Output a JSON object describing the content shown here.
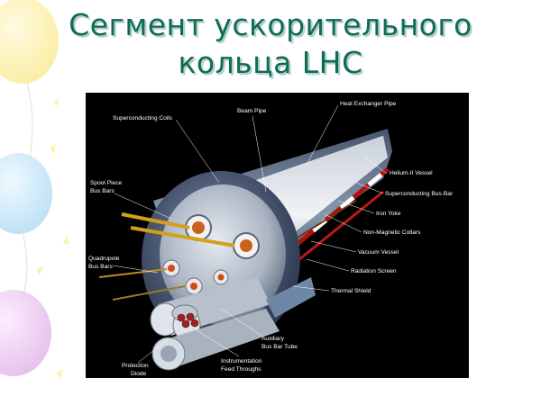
{
  "slide": {
    "title_line1": "Сегмент ускорительного",
    "title_line2": "кольца LHC"
  },
  "diagram": {
    "labels": {
      "superconducting_coils": "Superconducting Coils",
      "beam_pipe": "Beam Pipe",
      "heat_exchanger_pipe": "Heat Exchanger Pipe",
      "helium_vessel": "Helium-II Vessel",
      "sc_bus_bar": "Superconducting Bus-Bar",
      "iron_yoke": "Iron Yoke",
      "non_magnetic_collars": "Non-Magnetic Collars",
      "vacuum_vessel": "Vacuum Vessel",
      "radiation_screen": "Radiation Screen",
      "thermal_shield": "Thermal Shield",
      "spool_piece_1": "Spool Piece",
      "spool_piece_2": "Bus Bars",
      "quadrupole_1": "Quadrupole",
      "quadrupole_2": "Bus Bars",
      "protection_1": "Protection",
      "protection_2": "Diode",
      "instrumentation_1": "Instrumentation",
      "instrumentation_2": "Feed Throughs",
      "auxiliary_1": "Auxiliary",
      "auxiliary_2": "Bus Bar Tube"
    }
  },
  "colors": {
    "title": "#0f6b57",
    "figure_background": "#000000",
    "label_text": "#ffffff"
  }
}
